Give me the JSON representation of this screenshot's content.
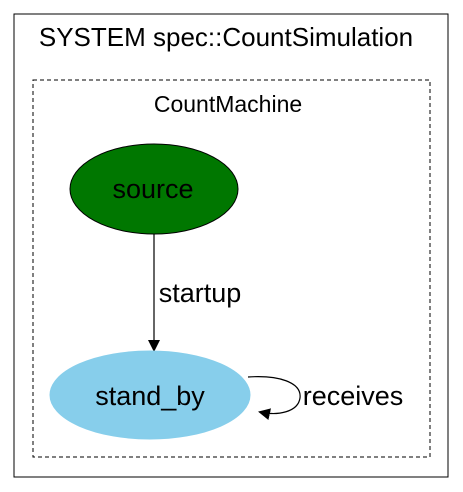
{
  "system": {
    "title": "SYSTEM spec::CountSimulation"
  },
  "machine": {
    "title": "CountMachine"
  },
  "states": {
    "source": {
      "label": "source",
      "fill": "#007700"
    },
    "stand_by": {
      "label": "stand_by",
      "fill": "#87ceeb"
    }
  },
  "transitions": {
    "startup": {
      "label": "startup"
    },
    "receives": {
      "label": "receives"
    }
  },
  "colors": {
    "border": "#000000",
    "background": "#ffffff"
  }
}
